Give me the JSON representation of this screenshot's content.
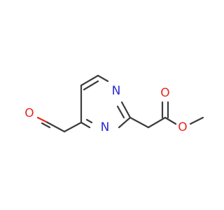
{
  "molecule": {
    "atoms": [
      {
        "id": "N1",
        "symbol": "N",
        "color": "#2b2bd6"
      },
      {
        "id": "N3",
        "symbol": "N",
        "color": "#2b2bd6"
      },
      {
        "id": "O_carbonyl",
        "symbol": "O",
        "color": "#e8281e"
      },
      {
        "id": "O_ester",
        "symbol": "O",
        "color": "#e8281e"
      },
      {
        "id": "O_aldehyde",
        "symbol": "O",
        "color": "#e8281e"
      }
    ],
    "colors": {
      "bond": "#3c3c3c",
      "nitrogen": "#2b2bd6",
      "oxygen": "#e8281e",
      "background": "#ffffff"
    }
  }
}
